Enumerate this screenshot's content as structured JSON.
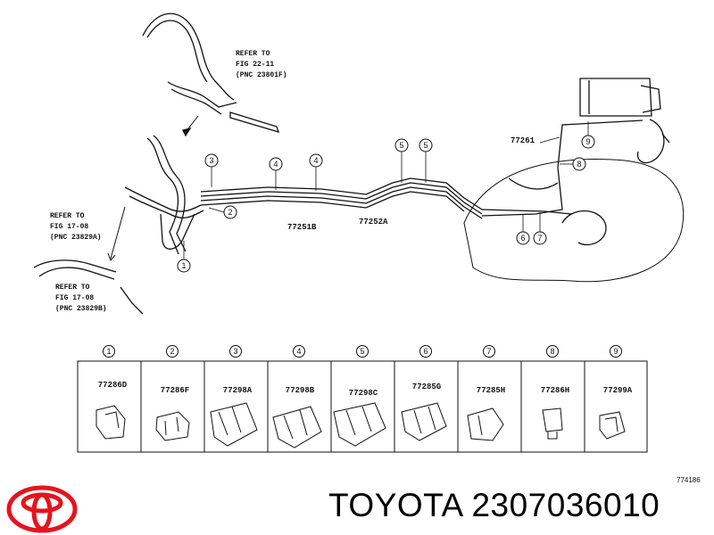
{
  "references": [
    {
      "line1": "REFER TO",
      "line2": "FIG 22-11",
      "line3": "(PNC 23801F)"
    },
    {
      "line1": "REFER TO",
      "line2": "FIG 17-08",
      "line3": "(PNC 23829A)"
    },
    {
      "line1": "REFER TO",
      "line2": "FIG 17-08",
      "line3": "(PNC 23829B)"
    }
  ],
  "callouts": [
    "1",
    "2",
    "3",
    "4",
    "4",
    "5",
    "5",
    "6",
    "7",
    "8",
    "9"
  ],
  "part_labels": {
    "p77251B": "77251B",
    "p77252A": "77252A",
    "p77261": "77261"
  },
  "parts_table": [
    {
      "index": "1",
      "part_no": "77286D"
    },
    {
      "index": "2",
      "part_no": "77286F"
    },
    {
      "index": "3",
      "part_no": "77298A"
    },
    {
      "index": "4",
      "part_no": "77298B"
    },
    {
      "index": "5",
      "part_no": "77298C"
    },
    {
      "index": "6",
      "part_no": "77285G"
    },
    {
      "index": "7",
      "part_no": "77285H"
    },
    {
      "index": "8",
      "part_no": "77286H"
    },
    {
      "index": "9",
      "part_no": "77299A"
    }
  ],
  "figure_id": "774186",
  "brand_title": "TOYOTA 2307036010",
  "colors": {
    "ink": "#111111",
    "logo_red": "#e5141c"
  }
}
